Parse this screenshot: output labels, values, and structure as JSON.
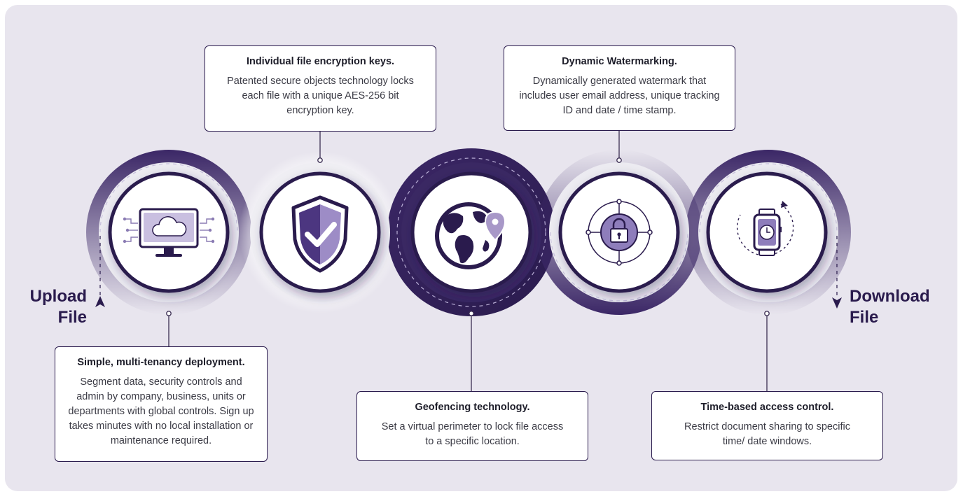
{
  "colors": {
    "background": "#e8e5ee",
    "ring_dark": "#2a1b4d",
    "ring_mid": "#4a3675",
    "accent_light": "#a898c8",
    "card_border": "#2a1b4d"
  },
  "start_label": "Upload\nFile",
  "end_label": "Download\nFile",
  "steps": [
    {
      "icon": "cloud-computer-icon",
      "title": "Simple, multi-tenancy deployment.",
      "body": "Segment data, security controls and admin by company, business, units or departments with global controls. Sign up takes minutes with no local installation or maintenance required."
    },
    {
      "icon": "shield-check-icon",
      "title": "Individual file encryption keys.",
      "body": "Patented secure objects technology locks each file with a unique AES-256 bit encryption key."
    },
    {
      "icon": "globe-pin-icon",
      "title": "Geofencing technology.",
      "body": "Set a virtual perimeter to lock file access to a specific location."
    },
    {
      "icon": "lock-target-icon",
      "title": "Dynamic Watermarking.",
      "body": "Dynamically generated watermark that includes user email address, unique tracking ID and date / time stamp."
    },
    {
      "icon": "smartwatch-clock-icon",
      "title": "Time-based access control.",
      "body": "Restrict document sharing to specific time/ date windows."
    }
  ]
}
